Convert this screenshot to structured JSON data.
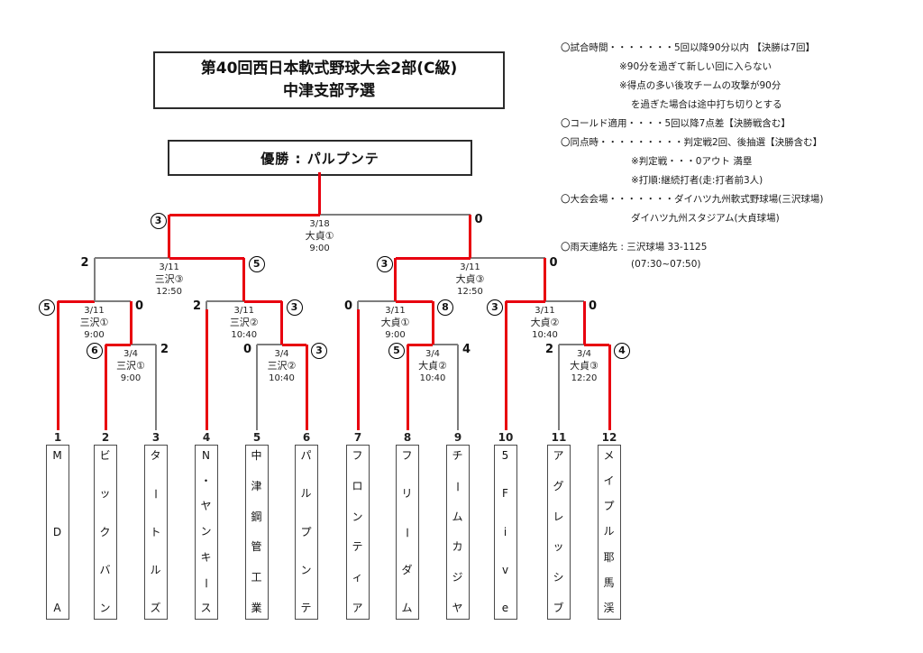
{
  "title": {
    "line1": "第40回西日本軟式野球大会2部(C級)",
    "line2": "中津支部予選"
  },
  "champion": {
    "label": "優勝",
    "name": "パルプンテ",
    "text": "優勝 : パルプンテ"
  },
  "notes": [
    {
      "text": "〇試合時間・・・・・・・5回以降90分以内 【決勝は7回】",
      "indent": 0
    },
    {
      "text": "※90分を過ぎて新しい回に入らない",
      "indent": 1
    },
    {
      "text": "※得点の多い後攻チームの攻撃が90分",
      "indent": 1
    },
    {
      "text": "を過ぎた場合は途中打ち切りとする",
      "indent": 2
    },
    {
      "text": "〇コールド適用・・・・5回以降7点差【決勝戦含む】",
      "indent": 0
    },
    {
      "text": "〇同点時・・・・・・・・・判定戦2回、後抽選【決勝含む】",
      "indent": 0
    },
    {
      "text": "※判定戦・・・0アウト 満塁",
      "indent": 2
    },
    {
      "text": "※打順:継続打者(走:打者前3人)",
      "indent": 2
    },
    {
      "text": "〇大会会場・・・・・・・ダイハツ九州軟式野球場(三沢球場)",
      "indent": 0
    },
    {
      "text": "ダイハツ九州スタジアム(大貞球場)",
      "indent": 2
    },
    {
      "text": "〇雨天連絡先 : 三沢球場 33-1125",
      "indent": 0
    },
    {
      "text": "(07:30~07:50)",
      "indent": 2
    }
  ],
  "teams": [
    {
      "no": "1",
      "name": "MDA"
    },
    {
      "no": "2",
      "name": "ビックバン"
    },
    {
      "no": "3",
      "name": "タートルズ"
    },
    {
      "no": "4",
      "name": "N・ヤンキース"
    },
    {
      "no": "5",
      "name": "中津鋼管工業"
    },
    {
      "no": "6",
      "name": "パルプンテ"
    },
    {
      "no": "7",
      "name": "フロンティア"
    },
    {
      "no": "8",
      "name": "フリーダム"
    },
    {
      "no": "9",
      "name": "チームカジヤ"
    },
    {
      "no": "10",
      "name": "5Five"
    },
    {
      "no": "11",
      "name": "アグレッシブ"
    },
    {
      "no": "12",
      "name": "メイプル耶馬渓"
    }
  ],
  "matches": {
    "r1a": {
      "round": "r1",
      "date": "3/4",
      "venue": "三沢①",
      "time": "9:00",
      "left": "t2",
      "right": "t3",
      "left_score": "6",
      "right_score": "2",
      "winner": "left",
      "left_leg_red": true,
      "right_leg_red": false
    },
    "r1b": {
      "round": "r1",
      "date": "3/4",
      "venue": "三沢②",
      "time": "10:40",
      "left": "t5",
      "right": "t6",
      "left_score": "0",
      "right_score": "3",
      "winner": "right",
      "left_leg_red": false,
      "right_leg_red": true
    },
    "r1c": {
      "round": "r1",
      "date": "3/4",
      "venue": "大貞②",
      "time": "10:40",
      "left": "t8",
      "right": "t9",
      "left_score": "5",
      "right_score": "4",
      "winner": "left",
      "left_leg_red": true,
      "right_leg_red": false
    },
    "r1d": {
      "round": "r1",
      "date": "3/4",
      "venue": "大貞③",
      "time": "12:20",
      "left": "t11",
      "right": "t12",
      "left_score": "2",
      "right_score": "4",
      "winner": "right",
      "left_leg_red": false,
      "right_leg_red": true
    },
    "qf1": {
      "round": "qf",
      "date": "3/11",
      "venue": "三沢①",
      "time": "9:00",
      "left": "t1",
      "right": "r1a",
      "left_score": "5",
      "right_score": "0",
      "winner": "left",
      "left_leg_red": true,
      "right_leg_red": true
    },
    "qf2": {
      "round": "qf",
      "date": "3/11",
      "venue": "三沢②",
      "time": "10:40",
      "left": "t4",
      "right": "r1b",
      "left_score": "2",
      "right_score": "3",
      "winner": "right",
      "left_leg_red": true,
      "left_leg_stub": true,
      "right_leg_red": true
    },
    "qf3": {
      "round": "qf",
      "date": "3/11",
      "venue": "大貞①",
      "time": "9:00",
      "left": "t7",
      "right": "r1c",
      "left_score": "0",
      "right_score": "8",
      "winner": "right",
      "left_leg_red": true,
      "left_leg_stub": true,
      "right_leg_red": true
    },
    "qf4": {
      "round": "qf",
      "date": "3/11",
      "venue": "大貞②",
      "time": "10:40",
      "left": "t10",
      "right": "r1d",
      "left_score": "3",
      "right_score": "0",
      "winner": "left",
      "left_leg_red": true,
      "right_leg_red": true
    },
    "sf1": {
      "round": "sf",
      "date": "3/11",
      "venue": "三沢③",
      "time": "12:50",
      "left": "qf1",
      "right": "qf2",
      "left_score": "2",
      "right_score": "5",
      "winner": "right",
      "left_leg_red": false,
      "right_leg_red": true
    },
    "sf2": {
      "round": "sf",
      "date": "3/11",
      "venue": "大貞③",
      "time": "12:50",
      "left": "qf3",
      "right": "qf4",
      "left_score": "3",
      "right_score": "0",
      "winner": "left",
      "left_leg_red": true,
      "right_leg_red": true
    },
    "final": {
      "round": "final",
      "date": "3/18",
      "venue": "大貞①",
      "time": "9:00",
      "left": "sf1",
      "right": "sf2",
      "left_score": "3",
      "right_score": "0",
      "winner": "left",
      "left_leg_red": true,
      "right_leg_red": true
    }
  },
  "colors": {
    "winner_path": "#e8000f",
    "line": "#7d7d7d",
    "text": "#111111",
    "box_border": "#4a4a4a"
  }
}
